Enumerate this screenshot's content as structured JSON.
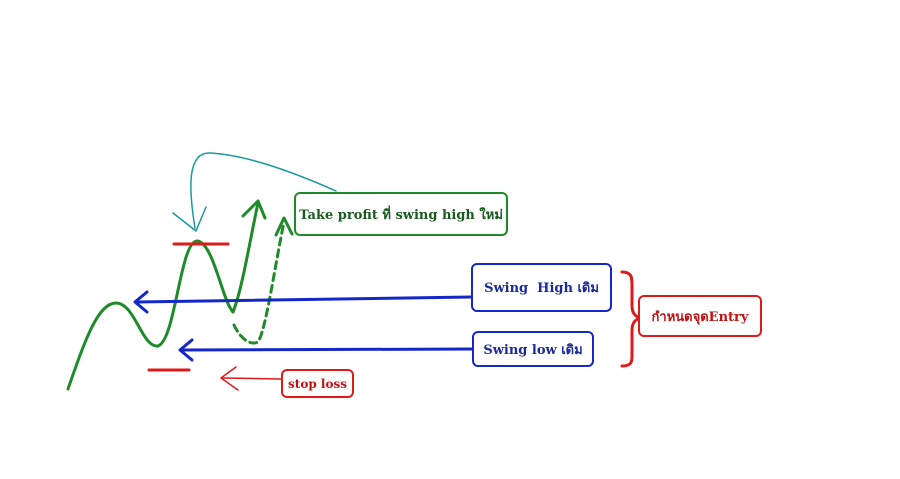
{
  "labels": {
    "take_profit": "Take profit ที่ swing high ใหม่",
    "swing_high": "Swing  High เดิม",
    "swing_low": "Swing low เดิม",
    "entry": "กำหนดจุดEntry",
    "stop_loss": "stop loss"
  },
  "colors": {
    "price_line": "#1f8a2a",
    "swing_arrows": "#1428c8",
    "stop_loss": "#e01a1a",
    "take_profit_arrow": "#1a9a9a"
  }
}
